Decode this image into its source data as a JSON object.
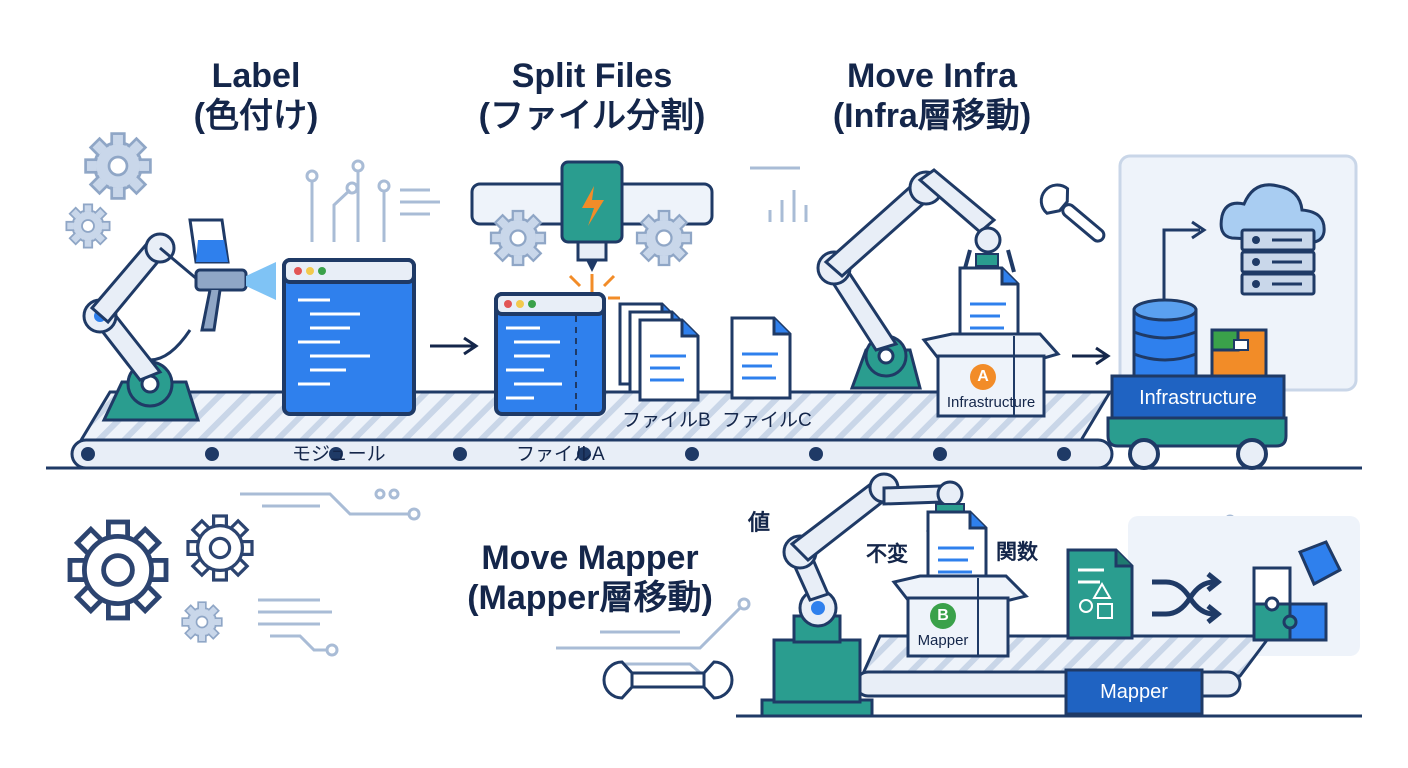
{
  "titles": {
    "label": {
      "en": "Label",
      "jp": "(色付け)"
    },
    "split": {
      "en": "Split Files",
      "jp": "(ファイル分割)"
    },
    "infra": {
      "en": "Move Infra",
      "jp": "(Infra層移動)"
    },
    "mapper": {
      "en": "Move Mapper",
      "jp": "(Mapper層移動)"
    }
  },
  "labels": {
    "module": "モジュール",
    "file_a": "ファイルA",
    "file_b": "ファイルB",
    "file_c": "ファイルC",
    "value": "値",
    "immutable": "不変",
    "function": "関数"
  },
  "boxes": {
    "infra_badge": "A",
    "infra_box": "Infrastructure",
    "mapper_badge": "B",
    "mapper_box": "Mapper"
  },
  "plates": {
    "infra": "Infrastructure",
    "mapper": "Mapper"
  },
  "colors": {
    "navy": "#14264a",
    "blue": "#2f80ed",
    "teal": "#2a9d8f",
    "orange": "#f28c28",
    "green": "#3aa14a",
    "light": "#e8eef7"
  }
}
